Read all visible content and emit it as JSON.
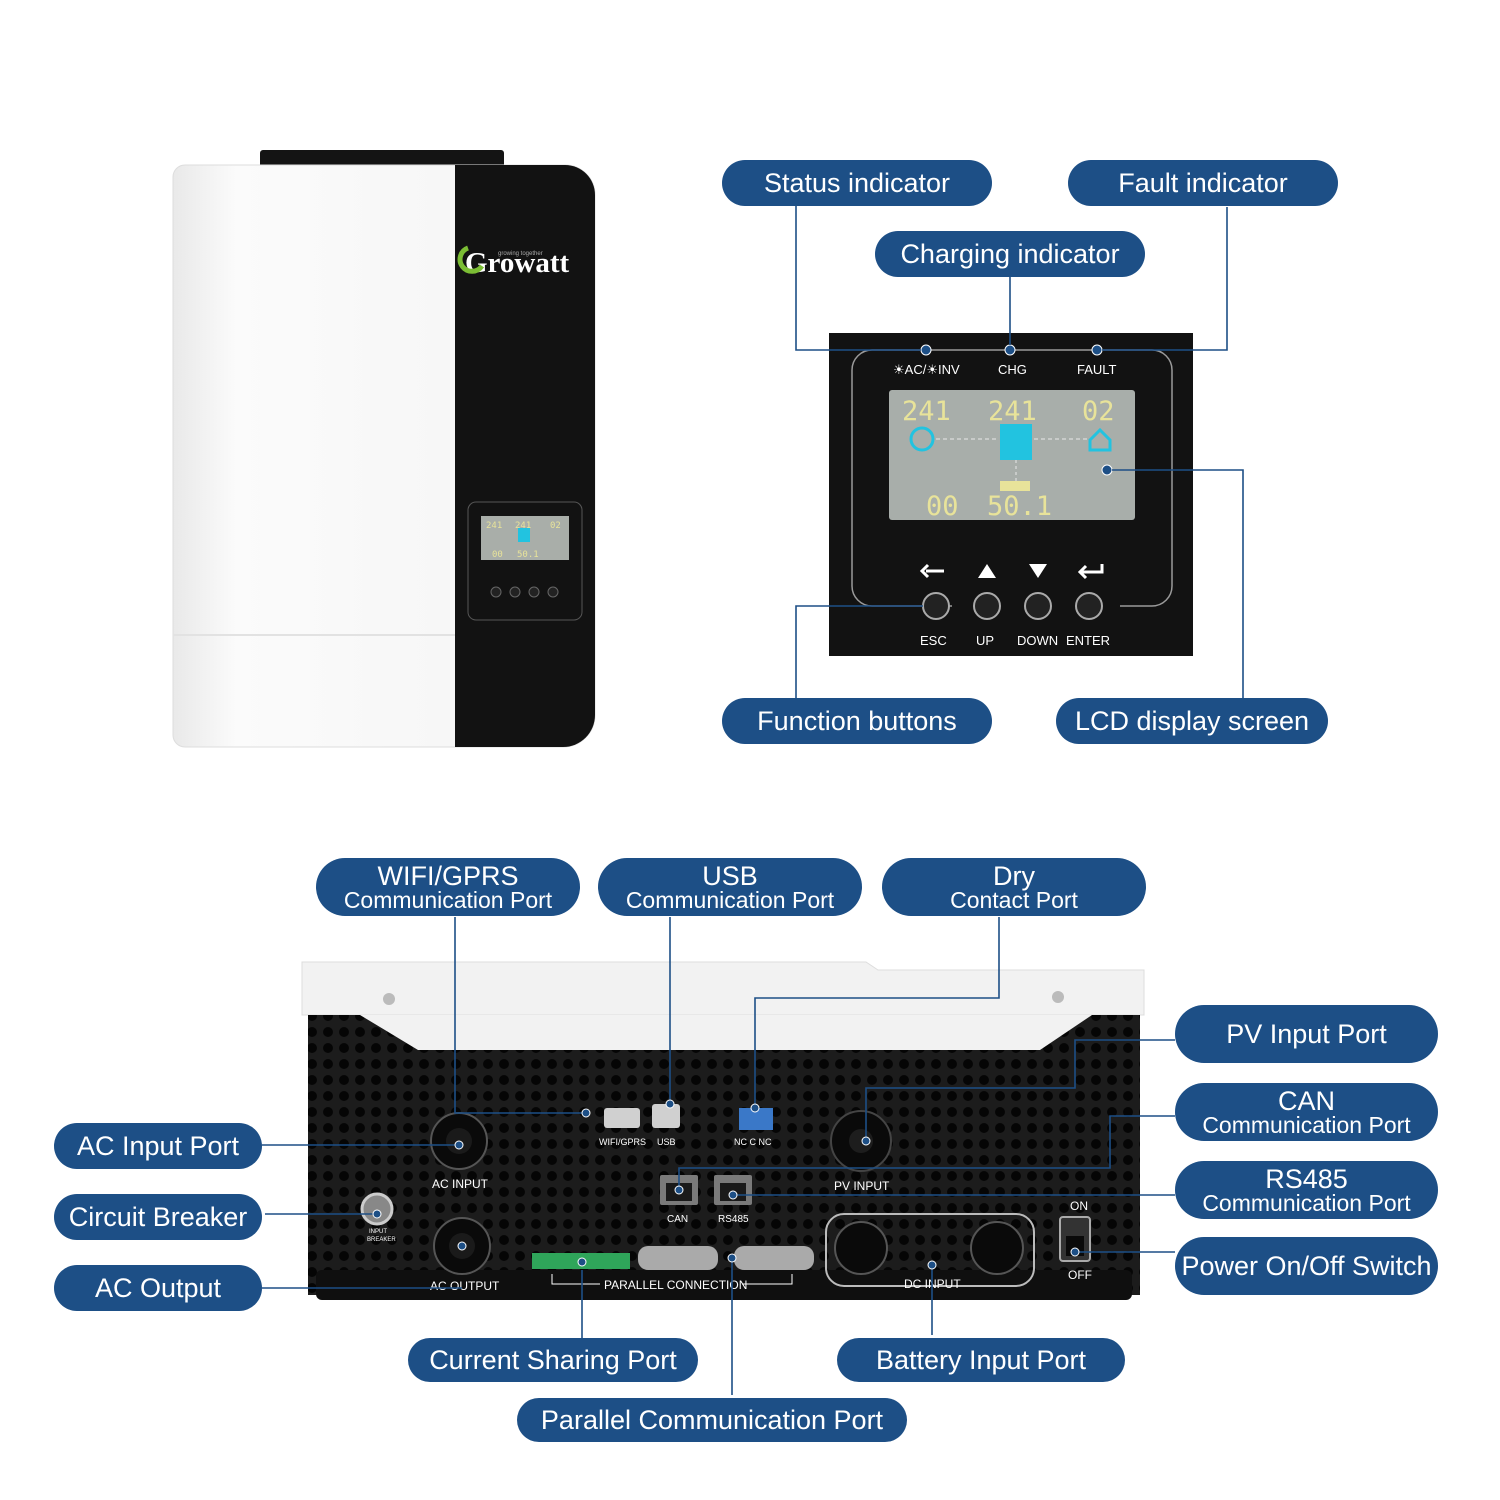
{
  "brand": "Growatt",
  "brand_tagline": "growing together",
  "panel": {
    "indicators": [
      "☀AC/☀INV",
      "CHG",
      "FAULT"
    ],
    "lcd": {
      "top_left": "241",
      "top_mid": "241",
      "top_right": "02",
      "bottom_left": "00",
      "bottom_mid": "50.1"
    },
    "buttons": [
      "ESC",
      "UP",
      "DOWN",
      "ENTER"
    ]
  },
  "device_back_labels": {
    "wifi": "WIFI/GPRS",
    "usb": "USB",
    "drycontact": "NC  C  NC",
    "ac_input": "AC  INPUT",
    "pv_input": "PV  INPUT",
    "can": "CAN",
    "rs485": "RS485",
    "input_breaker": "INPUT BREAKER",
    "ac_output": "AC  OUTPUT",
    "parallel": "PARALLEL  CONNECTION",
    "dc_input": "DC  INPUT",
    "on": "ON",
    "off": "OFF"
  },
  "callouts": {
    "status_indicator": "Status indicator",
    "fault_indicator": "Fault indicator",
    "charging_indicator": "Charging indicator",
    "function_buttons": "Function buttons",
    "lcd_display": "LCD display screen",
    "wifi_port": {
      "line1": "WIFI/GPRS",
      "line2": "Communication Port"
    },
    "usb_port": {
      "line1": "USB",
      "line2": "Communication Port"
    },
    "dry_port": {
      "line1": "Dry",
      "line2": "Contact Port"
    },
    "pv_input": "PV Input Port",
    "can_port": {
      "line1": "CAN",
      "line2": "Communication Port"
    },
    "rs485_port": {
      "line1": "RS485",
      "line2": "Communication Port"
    },
    "power_switch": "Power On/Off Switch",
    "ac_input": "AC Input Port",
    "circuit_breaker": "Circuit Breaker",
    "ac_output": "AC Output",
    "current_sharing": "Current Sharing Port",
    "battery_input": "Battery Input Port",
    "parallel_comm": "Parallel Communication Port"
  },
  "colors": {
    "pill": "#1d4f86",
    "device_black": "#141414",
    "lcd_bg": "#a8aeaa",
    "lcd_seg": "#e8e39a",
    "lcd_cyan": "#22c3e0",
    "green_connector": "#2fa55a"
  }
}
